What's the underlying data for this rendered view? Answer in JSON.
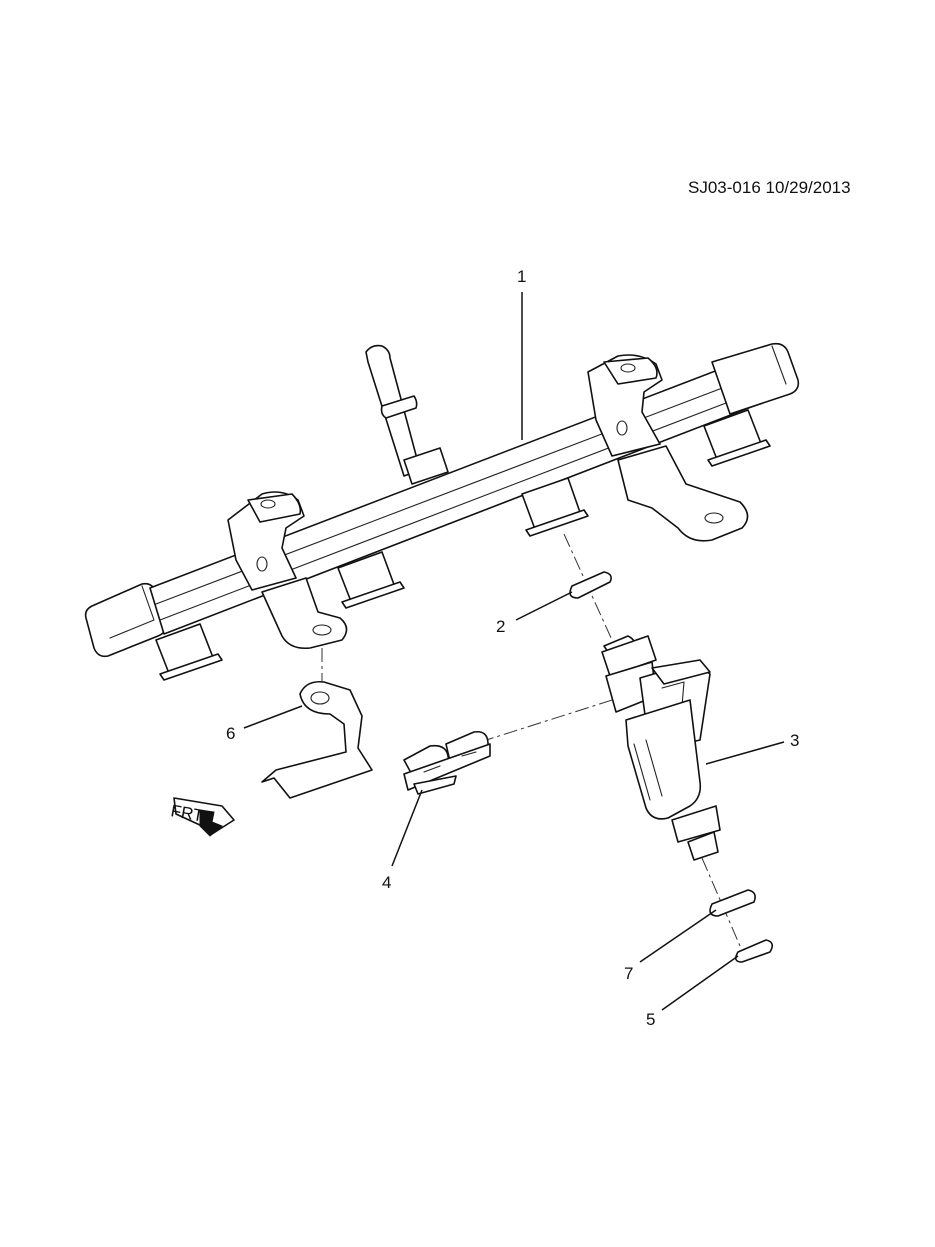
{
  "header": {
    "reference": "SJ03-016  10/29/2013"
  },
  "callouts": {
    "c1": "1",
    "c2": "2",
    "c3": "3",
    "c4": "4",
    "c5": "5",
    "c6": "6",
    "c7": "7"
  },
  "front_arrow": {
    "label": "FRT",
    "icon": "front-direction-arrow-icon"
  }
}
